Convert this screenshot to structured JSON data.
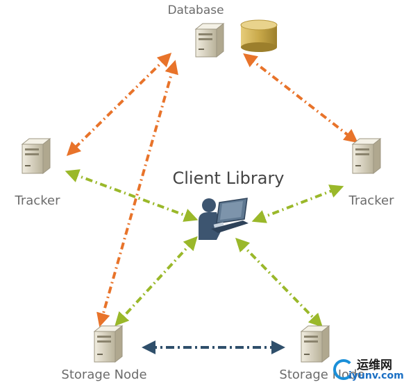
{
  "labels": {
    "database": "Database",
    "client_library": "Client Library",
    "tracker_left": "Tracker",
    "tracker_right": "Tracker",
    "storage_node_left": "Storage Node",
    "storage_node_right": "Storage Node"
  },
  "watermark": {
    "chinese": "运维网",
    "domain": "iyunv.com"
  },
  "colors": {
    "database_link": "#e8732a",
    "tracker_link": "#9ab82a",
    "storage_link": "#2f4f6b",
    "server": "#d8d2bd",
    "cylinder": "#c9a94a",
    "laptop": "#3d5570"
  },
  "icons": [
    "server-icon",
    "database-cylinder-icon",
    "laptop-user-icon",
    "watermark-logo-icon"
  ]
}
